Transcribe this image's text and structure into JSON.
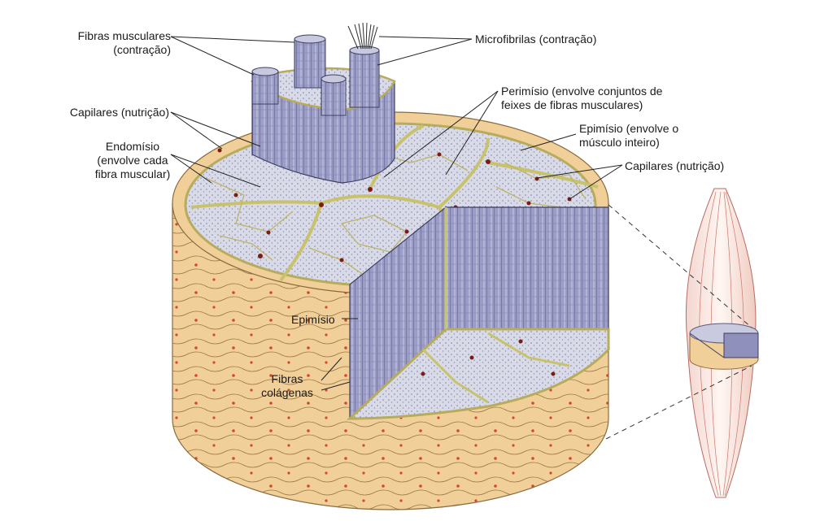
{
  "labels": {
    "fibras_musculares": "Fibras musculares\n(contração)",
    "microfibrilas": "Microfibrilas (contração)",
    "perimisio": "Perimísio (envolve conjuntos de\nfeixes de fibras musculares)",
    "capilares_esquerda": "Capilares (nutrição)",
    "endomisio": "Endomísio\n(envolve cada\nfibra muscular)",
    "epimisio_direita": "Epimísio (envolve o\nmúsculo inteiro)",
    "capilares_direita": "Capilares (nutrição)",
    "epimisio_centro": "Epimísio",
    "fibras_colagenas": "Fibras\ncolágenas"
  },
  "colors": {
    "epimysium": "#f0cf98",
    "fiber_face": "#9b9cc4",
    "fascicle": "#d7d8e6",
    "perimysium": "#c9c26c",
    "capillary": "#7a1c12"
  }
}
